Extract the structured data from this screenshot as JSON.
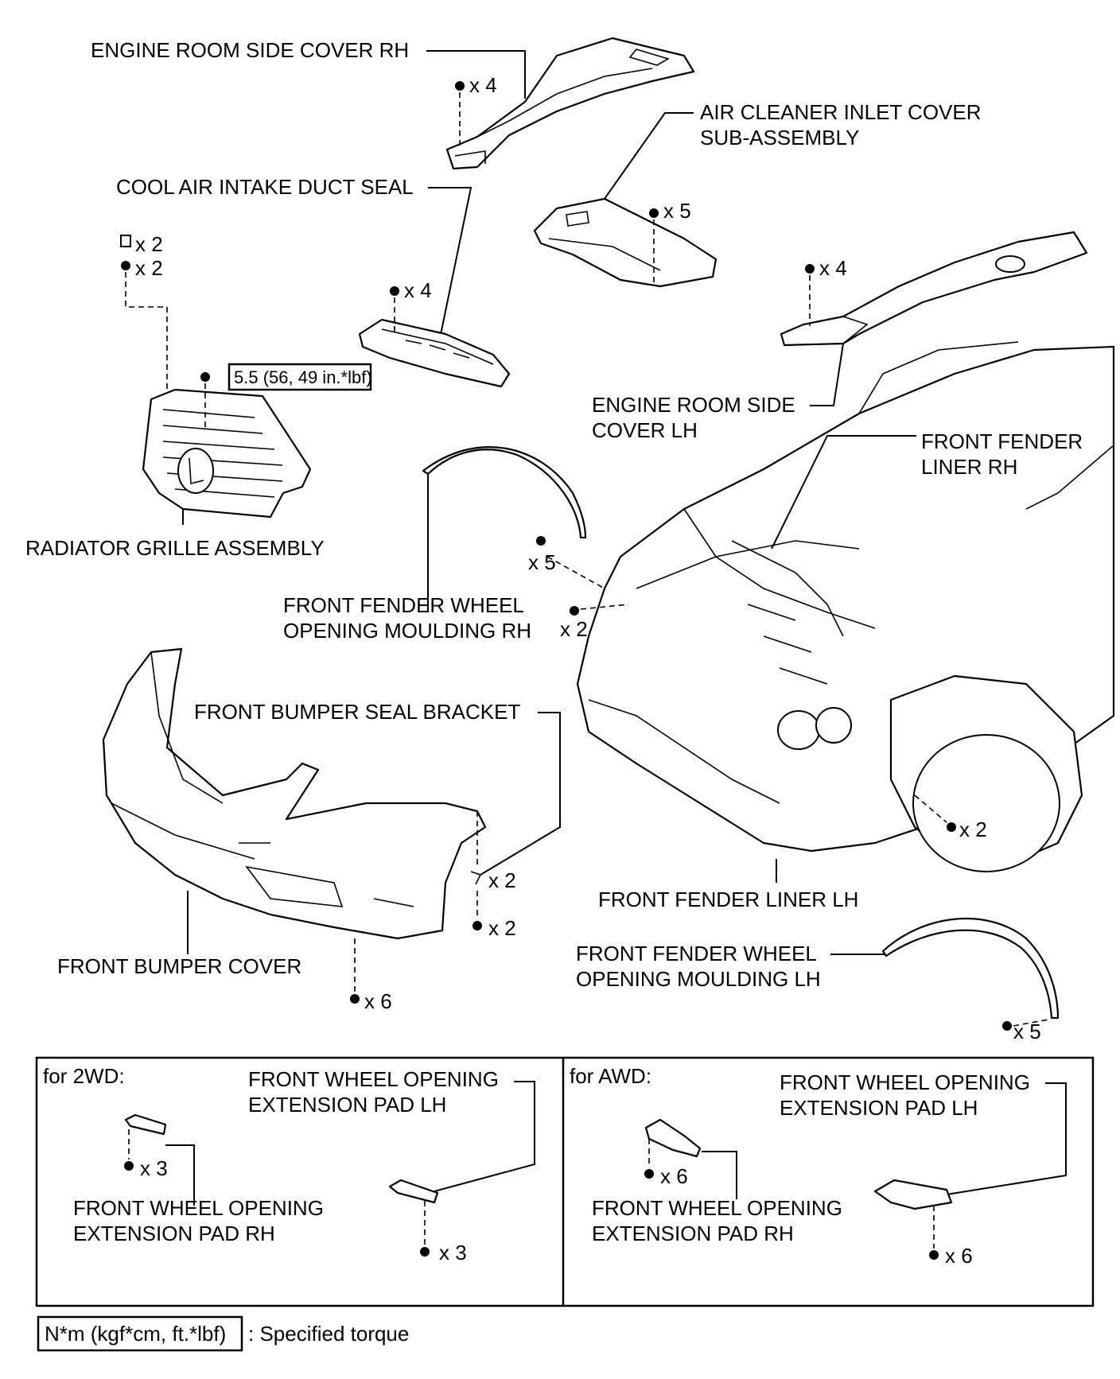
{
  "labels": {
    "engine_room_side_cover_rh": "ENGINE ROOM SIDE COVER RH",
    "air_cleaner_inlet_cover_1": "AIR CLEANER INLET COVER",
    "air_cleaner_inlet_cover_2": "SUB-ASSEMBLY",
    "cool_air_intake_duct_seal": "COOL AIR INTAKE DUCT SEAL",
    "engine_room_side_cover_lh_1": "ENGINE ROOM SIDE",
    "engine_room_side_cover_lh_2": "COVER LH",
    "front_fender_liner_rh_1": "FRONT FENDER",
    "front_fender_liner_rh_2": "LINER RH",
    "radiator_grille_assembly": "RADIATOR GRILLE ASSEMBLY",
    "front_fender_wheel_opening_moulding_rh_1": "FRONT FENDER WHEEL",
    "front_fender_wheel_opening_moulding_rh_2": "OPENING MOULDING RH",
    "front_bumper_seal_bracket": "FRONT BUMPER SEAL BRACKET",
    "front_fender_liner_lh": "FRONT FENDER LINER LH",
    "front_fender_wheel_opening_moulding_lh_1": "FRONT FENDER WHEEL",
    "front_fender_wheel_opening_moulding_lh_2": "OPENING MOULDING LH",
    "front_bumper_cover": "FRONT BUMPER COVER"
  },
  "torque": {
    "grille_bolt": "5.5 (56, 49 in.*lbf)"
  },
  "quantities": {
    "side_cover_rh": "x 4",
    "air_cleaner": "x 5",
    "grille_clip": "x 2",
    "grille_clip2": "x 2",
    "duct_seal": "x 4",
    "side_cover_lh": "x 4",
    "moulding_rh_screw": "x 5",
    "moulding_rh_clip": "x 2",
    "bracket_clip": "x 2",
    "bracket_screw": "x 2",
    "liner_lh": "x 2",
    "bumper_screw": "x 6",
    "moulding_lh": "x 5",
    "pad_2wd_rh": "x 3",
    "pad_2wd_lh": "x 3",
    "pad_awd_rh": "x 6",
    "pad_awd_lh": "x 6"
  },
  "panels": {
    "two_wd": {
      "heading": "for 2WD:",
      "pad_lh_1": "FRONT WHEEL OPENING",
      "pad_lh_2": "EXTENSION PAD LH",
      "pad_rh_1": "FRONT WHEEL OPENING",
      "pad_rh_2": "EXTENSION PAD RH"
    },
    "awd": {
      "heading": "for AWD:",
      "pad_lh_1": "FRONT WHEEL OPENING",
      "pad_lh_2": "EXTENSION PAD LH",
      "pad_rh_1": "FRONT WHEEL OPENING",
      "pad_rh_2": "EXTENSION PAD RH"
    }
  },
  "legend": {
    "box_text": "N*m (kgf*cm, ft.*lbf)",
    "description": ": Specified torque"
  }
}
